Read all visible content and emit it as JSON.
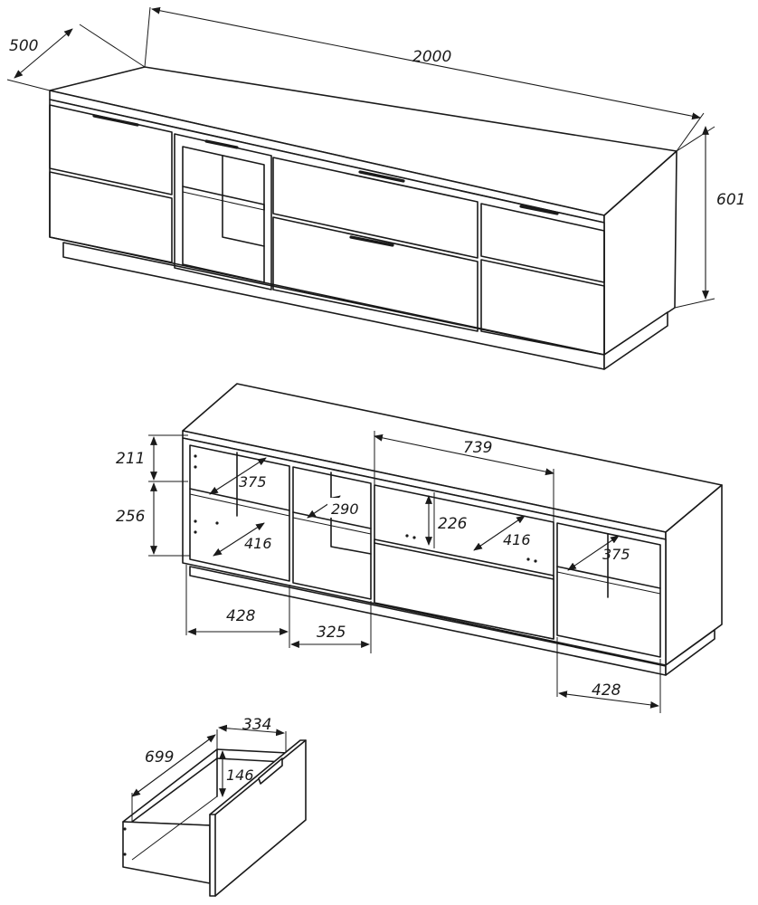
{
  "top_view": {
    "depth": "500",
    "width": "2000",
    "height": "601"
  },
  "open_view": {
    "top_gap": "211",
    "shelf_gap": "256",
    "drawer_width": "739",
    "left_shelf_depth": "375",
    "left_bottom_depth": "416",
    "mid_shelf_depth": "290",
    "drawer_inner_height": "226",
    "drawer_inner_depth": "416",
    "right_shelf_depth": "375",
    "left_width": "428",
    "mid_width": "325",
    "right_width": "428"
  },
  "drawer_view": {
    "depth": "699",
    "width": "334",
    "height": "146"
  }
}
